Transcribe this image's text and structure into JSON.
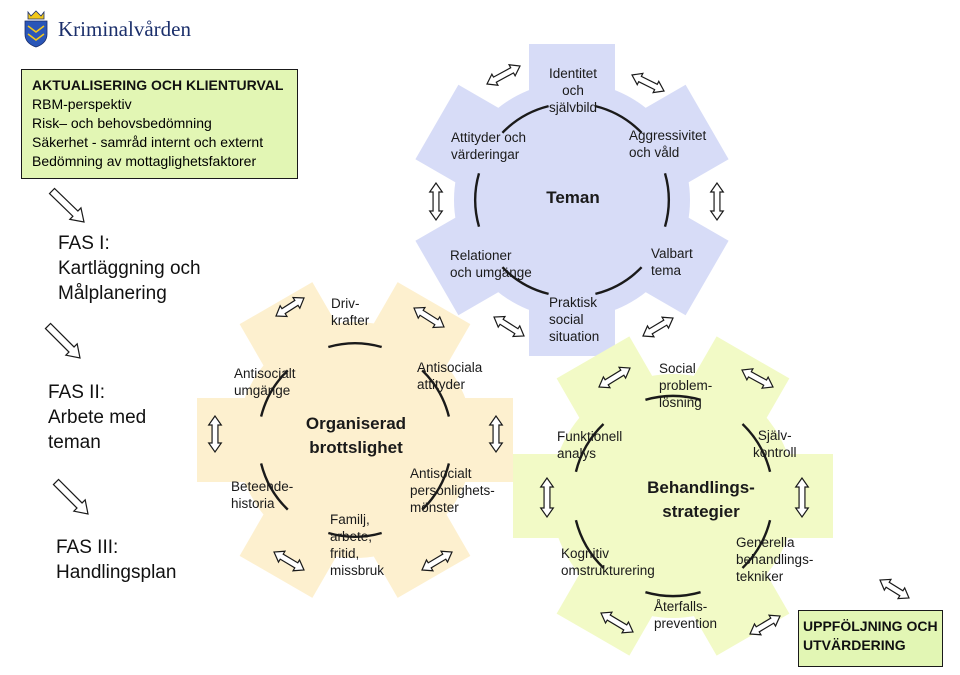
{
  "brand": {
    "name": "Kriminalvården",
    "logo_colors": [
      "#2a56b8",
      "#f2c81a"
    ]
  },
  "intro_box": {
    "title": "AKTUALISERING OCH KLIENTURVAL",
    "lines": [
      "RBM-perspektiv",
      "Risk– och behovsbedömning",
      "Säkerhet - samråd internt och externt",
      "Bedömning av mottaglighetsfaktorer"
    ],
    "fill": "#e2f6b4"
  },
  "phases": [
    {
      "label": "FAS I:\nKartläggning och\nMålplanering"
    },
    {
      "label": "FAS II:\nArbete med\nteman"
    },
    {
      "label": "FAS III:\nHandlingsplan"
    }
  ],
  "wheel_organized": {
    "center": "Organiserad\nbrottslighet",
    "fill": "#fdf0cf",
    "segments": [
      "Driv-\nkrafter",
      "Antisociala\nattityder",
      "Antisocialt\npersonlighets-\nmönster",
      "Familj,\narbete,\nfritid,\nmissbruk",
      "Beteende-\nhistoria",
      "Antisocialt\numgänge"
    ]
  },
  "wheel_themes": {
    "center": "Teman",
    "fill": "#d7dcf7",
    "segments": [
      "Identitet\noch\nsjälvbild",
      "Aggressivitet\noch våld",
      "Valbart\ntema",
      "Praktisk\nsocial\nsituation",
      "Relationer\noch umgänge",
      "Attityder och\nvärderingar"
    ]
  },
  "wheel_strategies": {
    "center": "Behandlings-\nstrategier",
    "fill": "#f2fac6",
    "segments": [
      "Social\nproblem-\nlösning",
      "Själv-\nkontroll",
      "Generella\nbehandlings-\ntekniker",
      "Återfalls-\nprevention",
      "Kognitiv\nomstrukturering",
      "Funktionell\nanalys"
    ]
  },
  "followup_box": {
    "text": "UPPFÖLJNING OCH\nUTVÄRDERING",
    "fill": "#e2f6b4"
  },
  "colors": {
    "outline": "#1a1a1a",
    "arrow_fill": "#ffffff"
  }
}
